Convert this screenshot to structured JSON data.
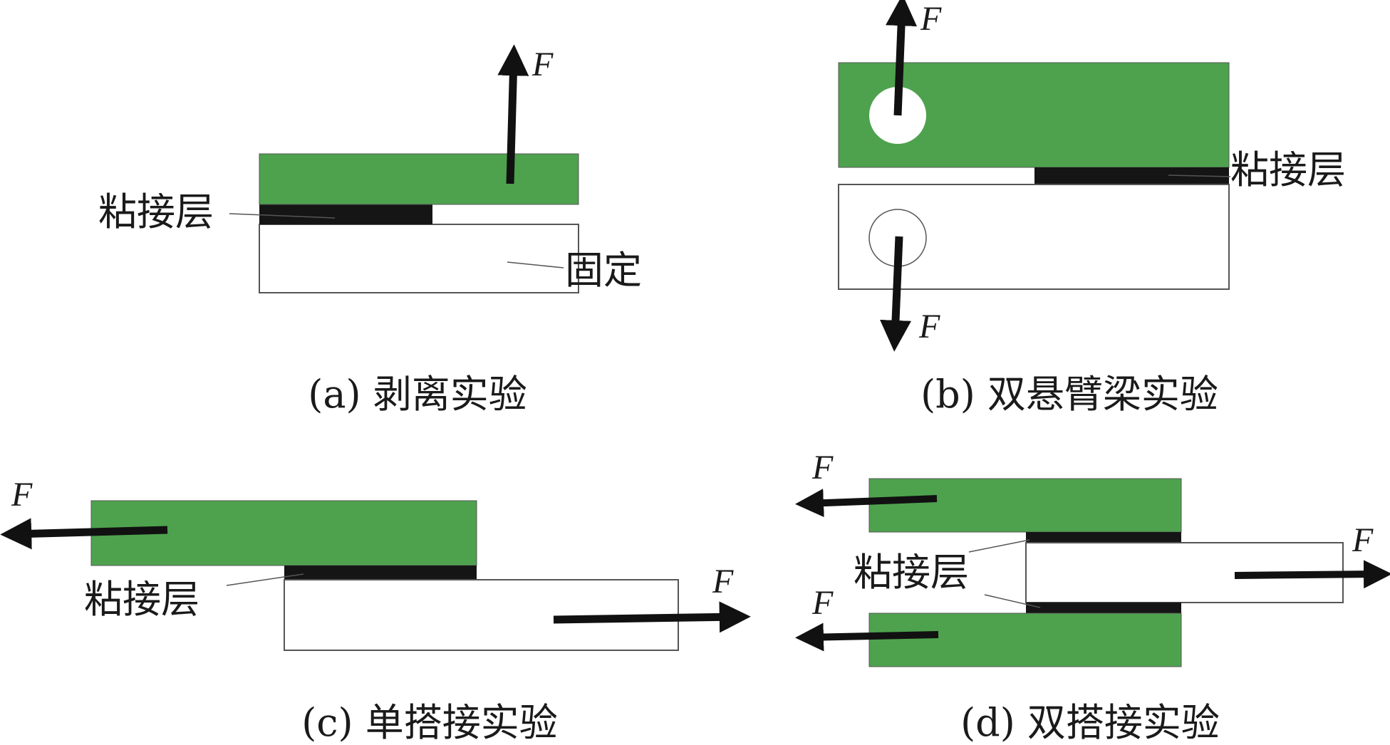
{
  "colors": {
    "adherend": "#4ea24e",
    "adhesive": "#151515",
    "outline": "#555555",
    "arrow": "#111111",
    "background": "#ffffff"
  },
  "panels": {
    "a": {
      "caption": "(a) 剥离实验",
      "force": "F",
      "adhesive_label": "粘接层",
      "fixed_label": "固定"
    },
    "b": {
      "caption": "(b) 双悬臂梁实验",
      "force_top": "F",
      "force_bottom": "F",
      "adhesive_label": "粘接层"
    },
    "c": {
      "caption": "(c) 单搭接实验",
      "force_left": "F",
      "force_right": "F",
      "adhesive_label": "粘接层"
    },
    "d": {
      "caption": "(d) 双搭接实验",
      "force_top_left": "F",
      "force_bottom_left": "F",
      "force_right": "F",
      "adhesive_label": "粘接层"
    }
  }
}
